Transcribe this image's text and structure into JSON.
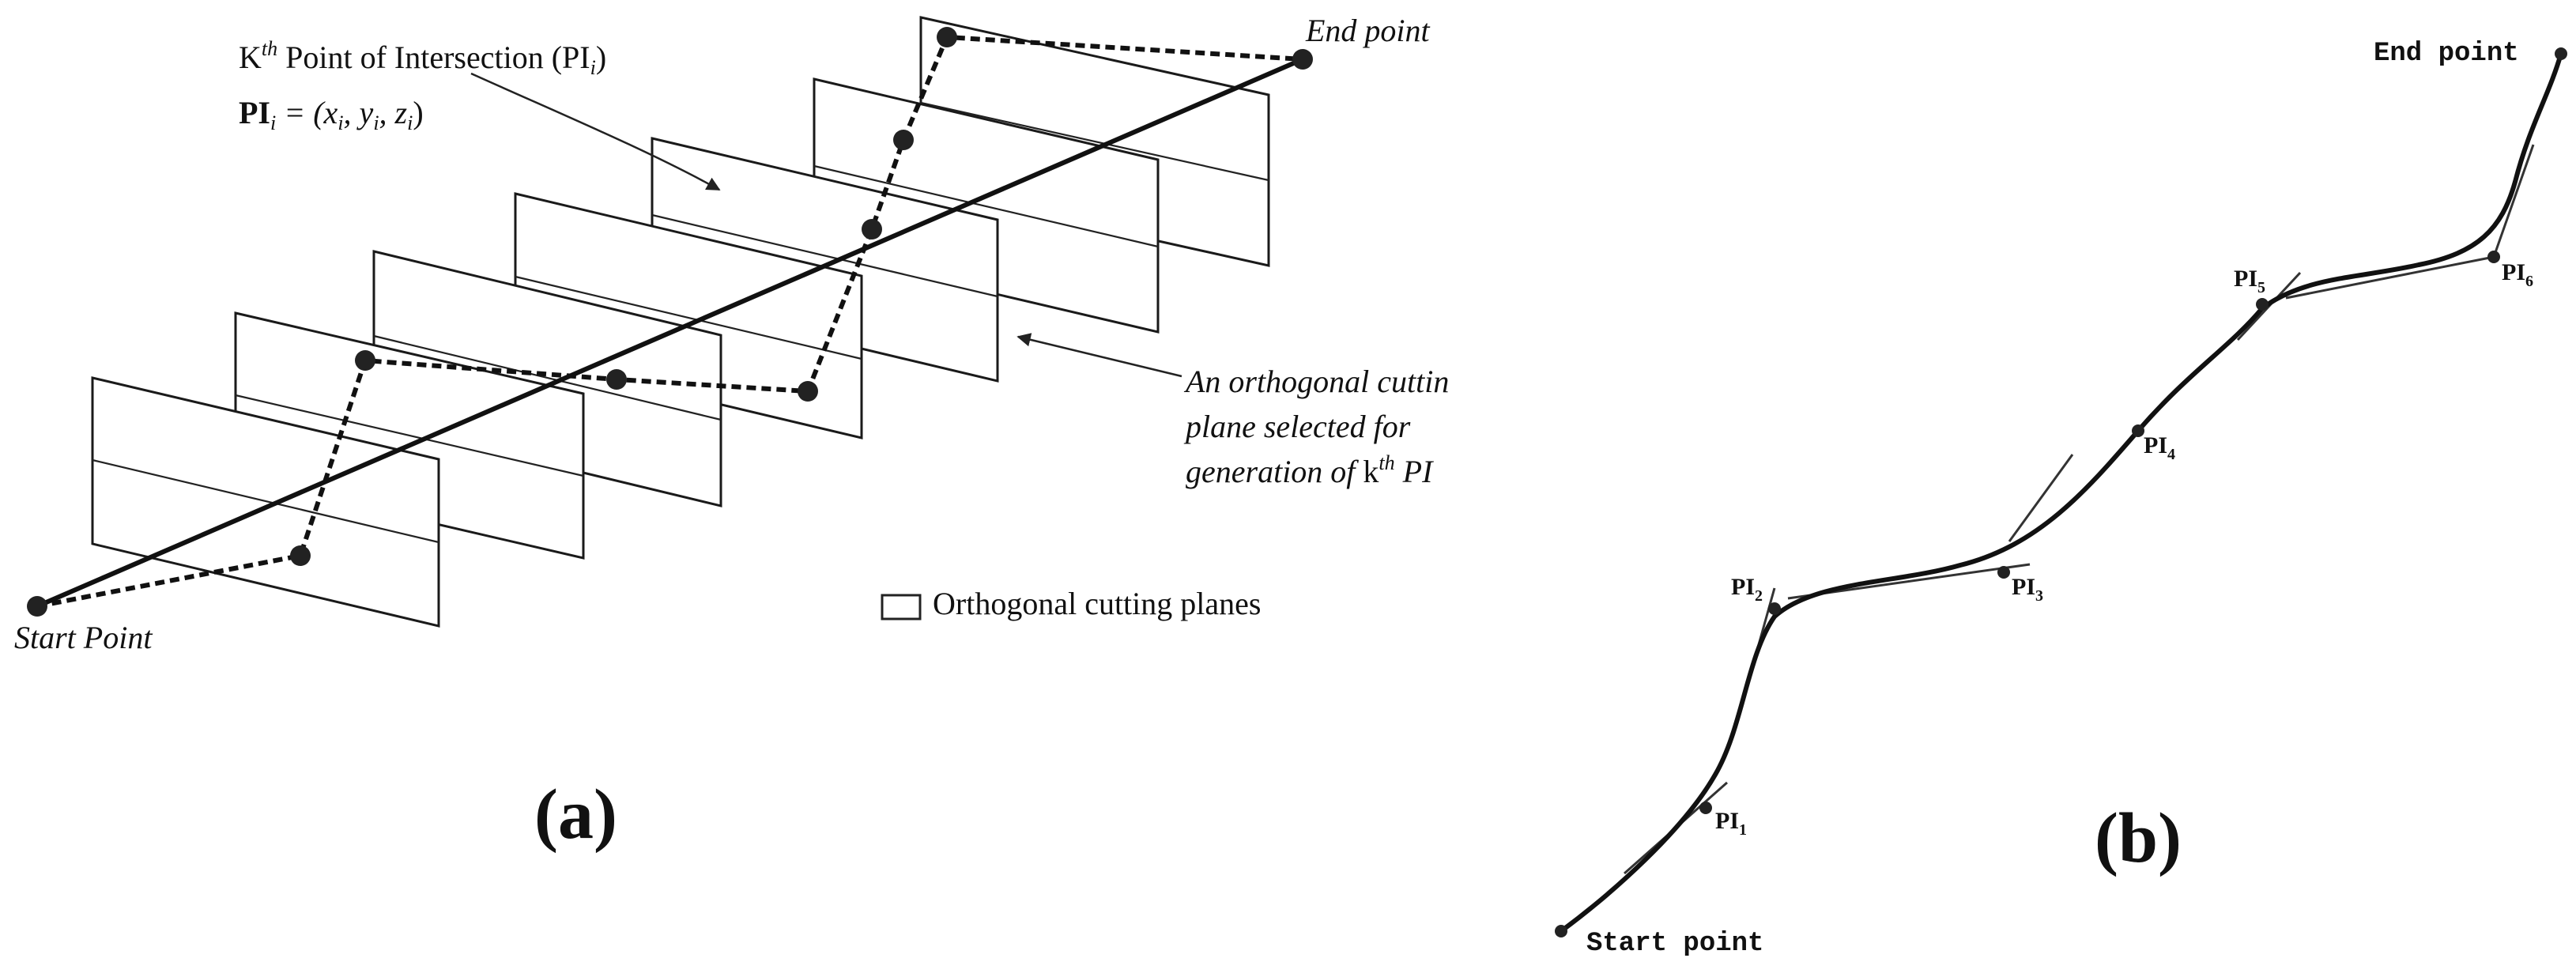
{
  "panel_a": {
    "caption": "(a)",
    "title_prefix": "K",
    "title_sup": "th",
    "title_mid": " Point of Intersection (PI",
    "title_sub": "i",
    "title_end": ")",
    "formula_lhs": "PI",
    "formula_lhs_sub": "i",
    "formula_rhs": " = (x",
    "formula_x_sub": "i",
    "formula_y": ", y",
    "formula_y_sub": "i",
    "formula_z": ", z",
    "formula_z_sub": "i",
    "formula_close": ")",
    "end_point_label": "End point",
    "start_point_label": "Start Point",
    "annotation_line1": "An orthogonal cuttin",
    "annotation_line2": "plane selected for",
    "annotation_line3_pre": "generation of ",
    "annotation_line3_k": "k",
    "annotation_line3_sup": "th",
    "annotation_line3_post": " PI",
    "legend_label": "Orthogonal cutting planes"
  },
  "panel_b": {
    "caption": "(b)",
    "end_point_label": "End point",
    "start_point_label": "Start point",
    "pi_labels": [
      {
        "base": "PI",
        "sub": "1"
      },
      {
        "base": "PI",
        "sub": "2"
      },
      {
        "base": "PI",
        "sub": "3"
      },
      {
        "base": "PI",
        "sub": "4"
      },
      {
        "base": "PI",
        "sub": "5"
      },
      {
        "base": "PI",
        "sub": "6"
      }
    ]
  }
}
